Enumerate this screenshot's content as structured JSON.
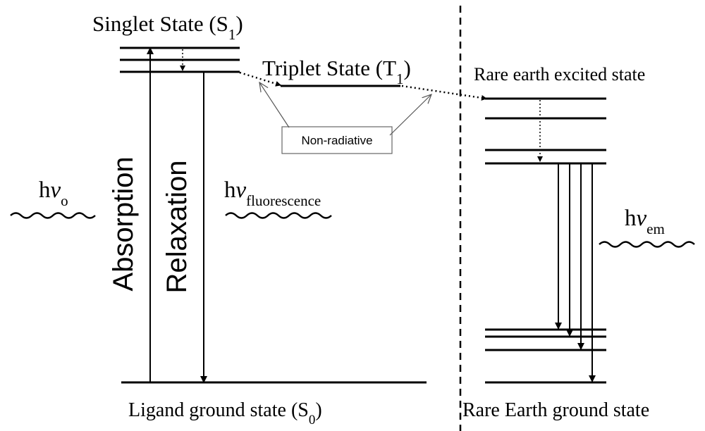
{
  "labels": {
    "singlet": {
      "main": "Singlet State (S",
      "sub": "1",
      "close": ")"
    },
    "triplet": {
      "main": "Triplet State (T",
      "sub": "1",
      "close": ")"
    },
    "rare_excited": "Rare earth excited state",
    "ligand_ground": {
      "main": "Ligand ground state (S",
      "sub": "0",
      "close": ")"
    },
    "rare_ground": "Rare Earth ground state",
    "absorption": "Absorption",
    "relaxation": "Relaxation",
    "non_radiative": "Non-radiative",
    "hv_o": {
      "h": "h",
      "v": "v",
      "sub": "o"
    },
    "hv_fluorescence": {
      "h": "h",
      "v": "v",
      "sub": "fluorescence"
    },
    "hv_em": {
      "h": "h",
      "v": "v",
      "sub": "em"
    }
  },
  "colors": {
    "ink": "#000000",
    "background": "#ffffff"
  }
}
